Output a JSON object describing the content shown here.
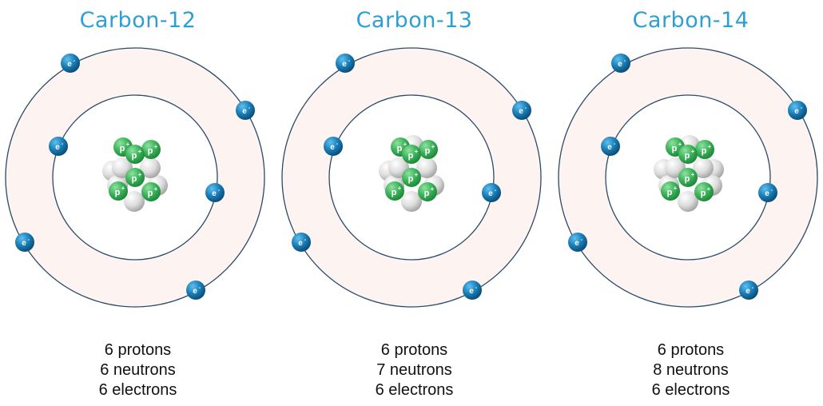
{
  "colors": {
    "title": "#2c9fd5",
    "orbit_fill": "#fdf4f1",
    "orbit_line": "#2a4a6a",
    "electron": "#1a7fb8",
    "proton": "#3cb35a",
    "neutron": "#d9d9d9",
    "text": "#111111"
  },
  "particle_labels": {
    "electron": "e-",
    "proton": "p+"
  },
  "atoms": [
    {
      "title": "Carbon-12",
      "protons": "6 protons",
      "neutrons": "6 neutrons",
      "electrons": "6 electrons"
    },
    {
      "title": "Carbon-13",
      "protons": "6 protons",
      "neutrons": "7 neutrons",
      "electrons": "6 electrons"
    },
    {
      "title": "Carbon-14",
      "protons": "6 protons",
      "neutrons": "8 neutrons",
      "electrons": "6 electrons"
    }
  ]
}
